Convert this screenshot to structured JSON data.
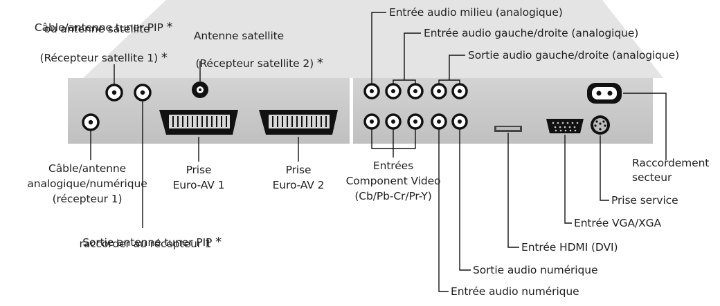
{
  "labels": {
    "cable_tuner_pip": "Câble/antenne tuner PIP",
    "or_satellite": "ou antenne satellite",
    "satellite_receiver_1": "(Récepteur satellite 1)",
    "satellite_antenna": "Antenne satellite",
    "satellite_receiver_2": "(Récepteur satellite 2)",
    "audio_middle_in": "Entrée audio milieu (analogique)",
    "audio_lr_in": "Entrée audio gauche/droite (analogique)",
    "audio_lr_out": "Sortie audio gauche/droite (analogique)",
    "cable_analog_1": "Câble/antenne",
    "cable_analog_2": "analogique/numérique",
    "cable_analog_3": "(récepteur 1)",
    "euro_av1_1": "Prise",
    "euro_av1_2": "Euro-AV 1",
    "euro_av2_1": "Prise",
    "euro_av2_2": "Euro-AV 2",
    "component_1": "Entrées",
    "component_2": "Component Video",
    "component_3": "(Cb/Pb-Cr/Pr-Y)",
    "pip_out_1": "Sortie antenne tuner PIP",
    "pip_out_2": "raccorder au récepteur 1",
    "mains_1": "Raccordement",
    "mains_2": "secteur",
    "service": "Prise service",
    "vga": "Entrée VGA/XGA",
    "hdmi": "Entrée HDMI (DVI)",
    "digital_audio_out": "Sortie audio numérique",
    "digital_audio_in": "Entrée audio numérique",
    "asterisk": "*"
  }
}
